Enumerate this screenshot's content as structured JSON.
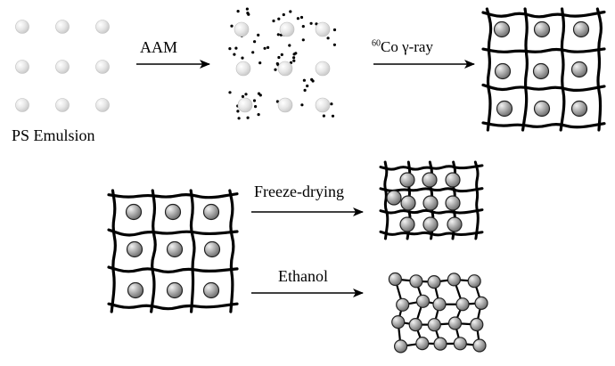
{
  "labels": {
    "ps_emulsion": "PS Emulsion",
    "aam": "AAM",
    "radiation_isotope": "60",
    "radiation_rest": "Co γ-ray",
    "freeze_drying": "Freeze-drying",
    "ethanol": "Ethanol"
  },
  "colors": {
    "line": "#000000",
    "sphere_light": "#e6e6e6",
    "sphere_dark": "#9a9a9a",
    "background": "#ffffff"
  },
  "icons": {
    "arrow": "arrow-right-icon",
    "sphere": "ps-sphere-icon",
    "dot": "monomer-dot-icon",
    "network": "polymer-network-icon"
  }
}
